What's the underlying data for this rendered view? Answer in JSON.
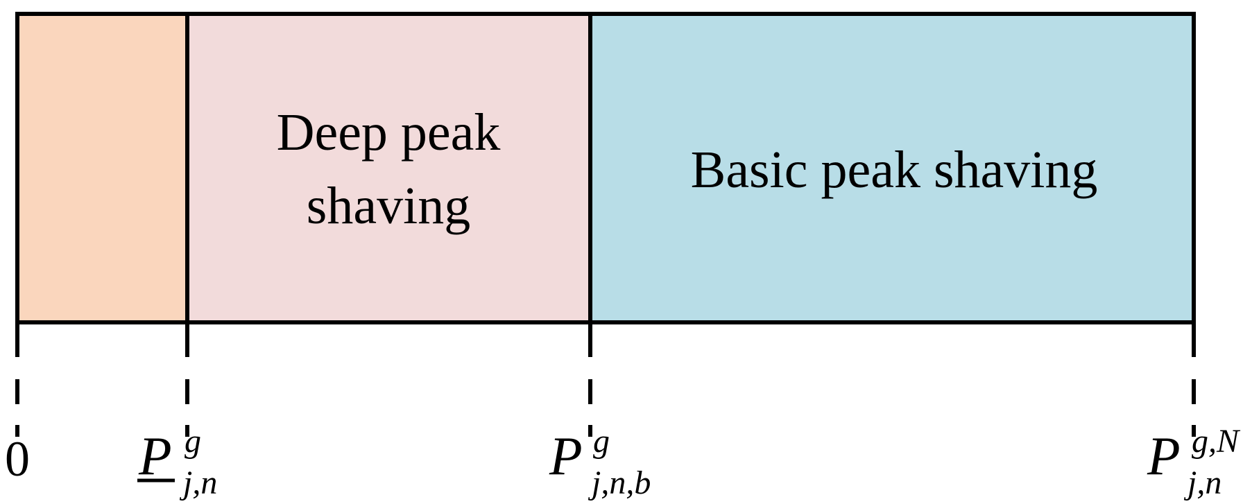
{
  "regions": [
    {
      "id": "region-1",
      "fill": "#fad6bd",
      "label_lines": []
    },
    {
      "id": "region-2",
      "fill": "#f2dbdb",
      "label_lines": [
        "Deep peak",
        "shaving"
      ]
    },
    {
      "id": "region-3",
      "fill": "#b8dde7",
      "label_lines": [
        "Basic peak shaving"
      ]
    }
  ],
  "markers": [
    {
      "id": "zero",
      "text": "0"
    },
    {
      "id": "p-min",
      "base": "P",
      "sup": "g",
      "sub": "j,n",
      "underline": true
    },
    {
      "id": "p-b",
      "base": "P",
      "sup": "g",
      "sub": "j,n,b",
      "underline": false
    },
    {
      "id": "p-max",
      "base": "P",
      "sup": "g,N",
      "sub": "j,n",
      "underline": false
    }
  ],
  "colors": {
    "stroke": "#000000"
  }
}
